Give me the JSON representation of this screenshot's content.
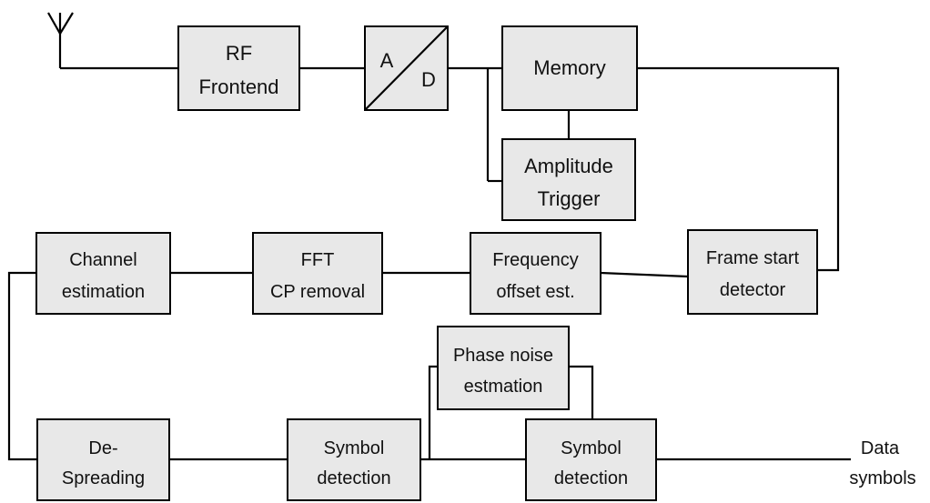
{
  "blocks": {
    "rf_frontend": [
      "RF",
      "Frontend"
    ],
    "adc_a": "A",
    "adc_d": "D",
    "memory": "Memory",
    "amplitude_trigger": [
      "Amplitude",
      "Trigger"
    ],
    "channel_estimation": [
      "Channel",
      "estimation"
    ],
    "fft_cp_removal": [
      "FFT",
      "CP removal"
    ],
    "frequency_offset": [
      "Frequency",
      "offset est."
    ],
    "frame_start": [
      "Frame start",
      "detector"
    ],
    "phase_noise": [
      "Phase noise",
      "estmation"
    ],
    "de_spreading": [
      "De-",
      "Spreading"
    ],
    "symbol_detection_1": [
      "Symbol",
      "detection"
    ],
    "symbol_detection_2": [
      "Symbol",
      "detection"
    ]
  },
  "output_label": [
    "Data",
    "symbols"
  ]
}
